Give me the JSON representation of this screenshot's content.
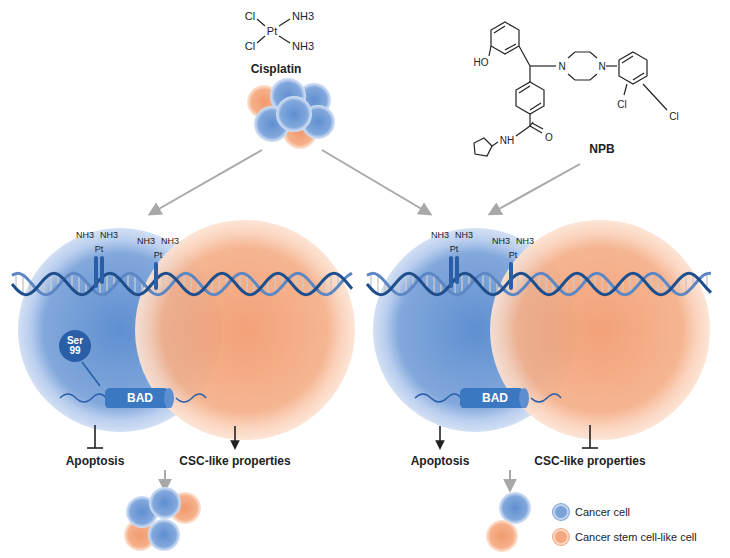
{
  "diagram": {
    "nodes": [
      {
        "text": [
          "Ser 99"
        ]
      },
      {
        "text": [
          "BAD"
        ]
      },
      {
        "text": [
          "BAD"
        ]
      }
    ],
    "labels": [
      "Cl",
      "NH3",
      "Pt",
      "Cl",
      "NH3",
      "Cisplatin",
      "HO",
      "N",
      "N",
      "Cl",
      "Cl",
      "O",
      "NH",
      "NPB",
      "NH3",
      "NH3",
      "Pt",
      "NH3",
      "NH3",
      "Pt",
      "Apoptosis",
      "CSC-like properties",
      "NH3",
      "NH3",
      "Pt",
      "NH3",
      "NH3",
      "Pt",
      "Apoptosis",
      "CSC-like properties"
    ],
    "legend": [
      {
        "text": "Cancer cell",
        "color": "#7ba3d8"
      },
      {
        "text": "Cancer stem cell-like cell",
        "color": "#f4a77f"
      }
    ]
  }
}
